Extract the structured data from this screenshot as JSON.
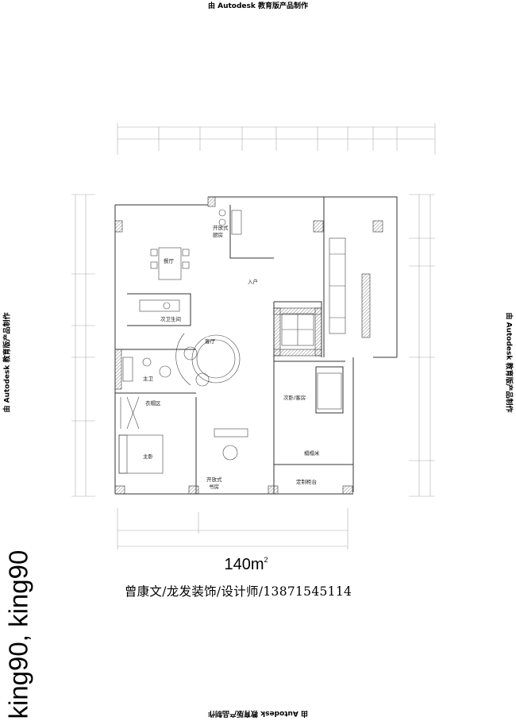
{
  "watermark": {
    "text": "由 Autodesk 教育版产品制作"
  },
  "plan": {
    "rooms": {
      "kitchen": "开放式\n厨房",
      "dining": "餐厅",
      "entry": "入户",
      "guest_bath": "次卫生间",
      "living": "客厅",
      "master_bath": "主卫",
      "closet": "衣帽区",
      "master_bedroom": "主卧",
      "second_bedroom": "次卧/客房",
      "tatami": "榻榻米",
      "study": "开放式\n书房",
      "custom_cabinet": "定制柜台"
    }
  },
  "area": {
    "value": "140m",
    "unit_sup": "2"
  },
  "designer_line": "曾康文/龙发装饰/设计师/13871545114",
  "author_tag": "king90, king90",
  "colors": {
    "wall": "#333333",
    "hatch": "#888888",
    "dimension": "#aaaaaa"
  }
}
